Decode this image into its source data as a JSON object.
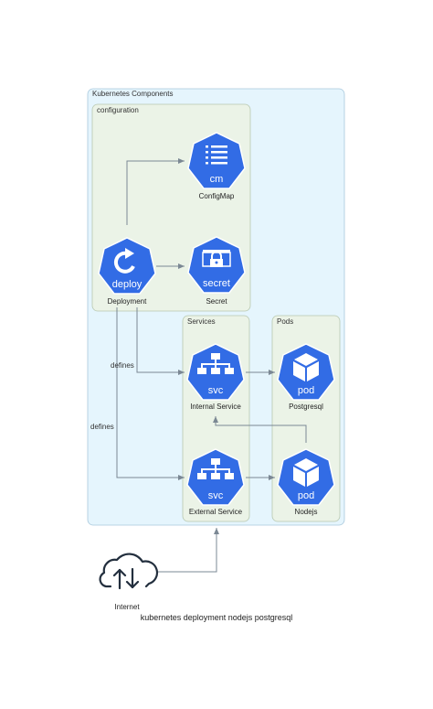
{
  "colors": {
    "k8s_blue": "#326ce5",
    "outer_cluster_fill": "#e5f5fd",
    "inner_cluster_fill": "#ebf3e7",
    "edge": "#7b8894"
  },
  "clusters": {
    "kubernetes_components": "Kubernetes Components",
    "configuration": "configuration",
    "services": "Services",
    "pods": "Pods"
  },
  "nodes": {
    "configmap": {
      "abbr": "cm",
      "label": "ConfigMap",
      "icon": "configmap-icon"
    },
    "secret": {
      "abbr": "secret",
      "label": "Secret",
      "icon": "secret-icon"
    },
    "deployment": {
      "abbr": "deploy",
      "label": "Deployment",
      "icon": "deployment-icon"
    },
    "internal_service": {
      "abbr": "svc",
      "label": "Internal Service",
      "icon": "service-icon"
    },
    "external_service": {
      "abbr": "svc",
      "label": "External Service",
      "icon": "service-icon"
    },
    "postgresql": {
      "abbr": "pod",
      "label": "Postgresql",
      "icon": "pod-icon"
    },
    "nodejs": {
      "abbr": "pod",
      "label": "Nodejs",
      "icon": "pod-icon"
    },
    "internet": {
      "label": "Internet",
      "icon": "cloud-upload-download-icon"
    }
  },
  "edges": {
    "defines_internal": "defines",
    "defines_external": "defines"
  },
  "title": "kubernetes deployment nodejs postgresql"
}
